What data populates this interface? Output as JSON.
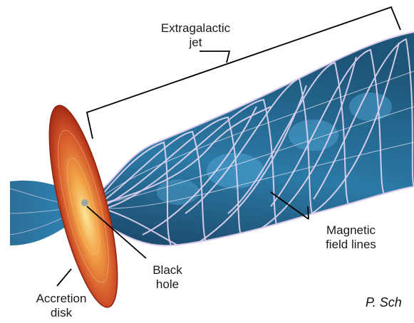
{
  "labels": {
    "extragalactic_jet": [
      "Extragalactic",
      "jet"
    ],
    "magnetic_field_lines": [
      "Magnetic",
      "field lines"
    ],
    "black_hole": [
      "Black",
      "hole"
    ],
    "accretion_disk": [
      "Accretion",
      "disk"
    ]
  },
  "credit": "P. Sch",
  "colors": {
    "jet_dark": "#1d4e6e",
    "jet_mid": "#2a76a0",
    "jet_light": "#4fa3d1",
    "field_lines": "#e6d6f2",
    "disk_outer": "#b93a1c",
    "disk_mid": "#e0742c",
    "disk_center": "#f8e08a",
    "leader_lines": "#000000"
  }
}
